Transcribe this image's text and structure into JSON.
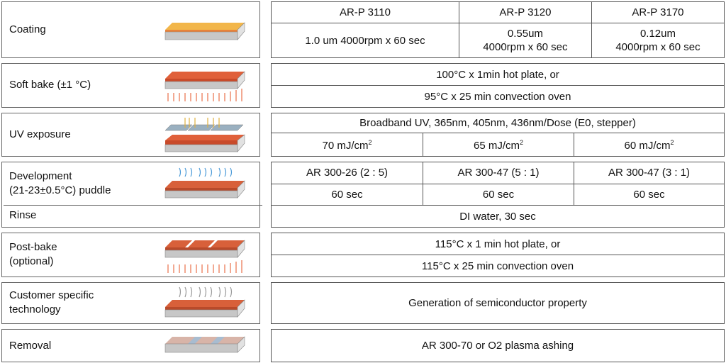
{
  "steps": [
    {
      "label": "Coating",
      "icon": "coating-illustration"
    },
    {
      "label": "Soft bake (±1 °C)",
      "icon": "soft-bake-illustration"
    },
    {
      "label": "UV exposure",
      "icon": "uv-exposure-illustration"
    },
    {
      "label": "Development",
      "label2": "(21-23±0.5°C) puddle",
      "icon": "development-illustration"
    },
    {
      "label": "Rinse"
    },
    {
      "label": "Post-bake",
      "label2": "(optional)",
      "icon": "post-bake-illustration"
    },
    {
      "label": "Customer specific",
      "label2": "technology",
      "icon": "customer-technology-illustration"
    },
    {
      "label": "Removal",
      "icon": "removal-illustration"
    }
  ],
  "coating": {
    "headers": [
      "AR-P 3110",
      "AR-P 3120",
      "AR-P 3170"
    ],
    "values": [
      [
        "1.0 um 4000rpm x 60 sec",
        ""
      ],
      [
        "0.55um",
        "4000rpm x 60 sec"
      ],
      [
        "0.12um",
        "4000rpm x 60 sec"
      ]
    ]
  },
  "soft_bake": [
    "100°C x 1min hot plate, or",
    "95°C x 25 min convection oven"
  ],
  "uv": {
    "desc": "Broadband UV, 365nm, 405nm, 436nm/Dose (E0, stepper)",
    "doses": [
      "70 mJ/cm",
      "65 mJ/cm",
      "60 mJ/cm"
    ],
    "sup": "2"
  },
  "development": {
    "developers": [
      "AR 300-26 (2 : 5)",
      "AR 300-47 (5 : 1)",
      "AR 300-47 (3 : 1)"
    ],
    "times": [
      "60 sec",
      "60 sec",
      "60 sec"
    ]
  },
  "rinse": "DI water, 30 sec",
  "post_bake": [
    "115°C x 1 min hot plate, or",
    "115°C x 25 min convection oven"
  ],
  "customer": "Generation of semiconductor property",
  "removal": "AR 300-70 or O2 plasma ashing"
}
